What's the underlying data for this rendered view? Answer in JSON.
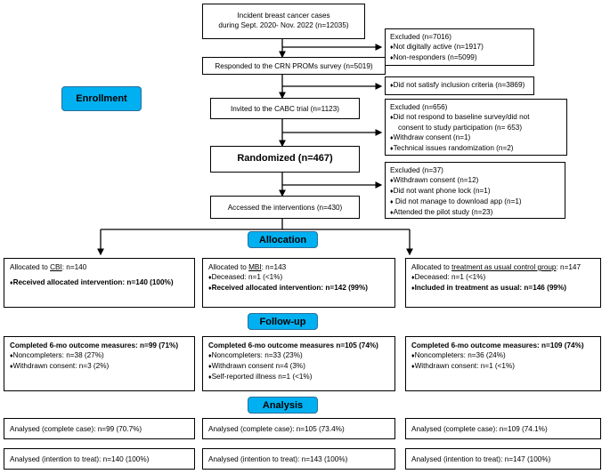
{
  "stages": {
    "enrollment": "Enrollment",
    "allocation": "Allocation",
    "followup": "Follow-up",
    "analysis": "Analysis"
  },
  "incident": {
    "line1": "Incident breast cancer cases",
    "line2": "during Sept. 2020- Nov. 2022 (n=12035)"
  },
  "excluded1": {
    "title": "Excluded (n=7016)",
    "items": [
      "Not digitally active (n=1917)",
      "Non-responders (n=5099)"
    ]
  },
  "responded": "Responded to the CRN PROMs survey (n=5019)",
  "excluded2": {
    "items": [
      "Did not satisfy inclusion criteria (n=3869)"
    ]
  },
  "invited": "Invited to the CABC trial (n=1123)",
  "excluded3": {
    "title": "Excluded (n=656)",
    "items": [
      "Did not respond to baseline survey/did not",
      "consent to study participation (n= 653)",
      "Withdraw consent (n=1)",
      "Technical issues randomization (n=2)"
    ]
  },
  "randomized": "Randomized (n=467)",
  "excluded4": {
    "title": "Excluded (n=37)",
    "items": [
      "Withdrawn consent (n=12)",
      "Did not want phone lock (n=1)",
      " Did not manage to download app (n=1)",
      "Attended the pilot study (n=23)"
    ]
  },
  "accessed": "Accessed the interventions (n=430)",
  "arms": [
    {
      "alloc_prefix": "Allocated to ",
      "alloc_group": "CBI",
      "alloc_suffix": ": n=140",
      "alloc_items": [],
      "alloc_bold": "Received allocated intervention: n=140 (100%)",
      "follow_title": "Completed 6-mo outcome measures: n=99 (71%)",
      "follow_items": [
        "Noncompleters: n=38 (27%)",
        "Withdrawn consent: n=3 (2%)"
      ],
      "analysed_cc": "Analysed (complete case): n=99 (70.7%)",
      "analysed_itt": "Analysed (intention to treat): n=140 (100%)"
    },
    {
      "alloc_prefix": "Allocated to ",
      "alloc_group": "MBI",
      "alloc_suffix": ": n=143",
      "alloc_items": [
        "Deceased: n=1 (<1%)"
      ],
      "alloc_bold": "Received allocated intervention: n=142 (99%)",
      "follow_title": "Completed 6-mo outcome measures n=105 (74%)",
      "follow_items": [
        "Noncompleters: n=33 (23%)",
        "Withdrawn consent n=4 (3%)",
        "Self-reported illness n=1 (<1%)"
      ],
      "analysed_cc": "Analysed (complete case): n=105 (73.4%)",
      "analysed_itt": "Analysed (intention to treat): n=143 (100%)"
    },
    {
      "alloc_prefix": "Allocated to ",
      "alloc_group": "treatment as usual control group",
      "alloc_suffix": ": n=147",
      "alloc_items": [
        "Deceased: n=1 (<1%)"
      ],
      "alloc_bold": "Included in treatment as usual: n=146 (99%)",
      "follow_title": "Completed 6-mo outcome measures: n=109 (74%)",
      "follow_items": [
        "Noncompleters: n=36 (24%)",
        "Withdrawn consent: n=1 (<1%)"
      ],
      "analysed_cc": "Analysed (complete case): n=109 (74.1%)",
      "analysed_itt": "Analysed (intention to treat): n=147 (100%)"
    }
  ]
}
